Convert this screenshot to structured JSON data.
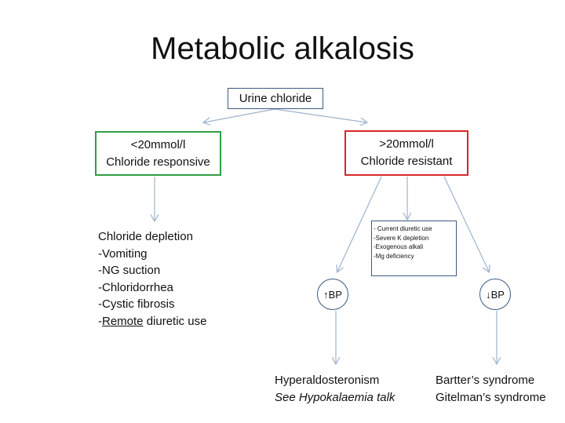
{
  "title": "Metabolic alkalosis",
  "urine_box": "Urine chloride",
  "responsive": {
    "line1": "<20mmol/l",
    "line2": "Chloride responsive"
  },
  "resistant": {
    "line1": ">20mmol/l",
    "line2": "Chloride resistant"
  },
  "responsive_causes": {
    "heading": "Chloride depletion",
    "items": [
      "-Vomiting",
      "-NG suction",
      "-Chloridorrhea",
      "-Cystic fibrosis"
    ],
    "last_prefix": "-",
    "last_underlined": "Remote",
    "last_rest": " diuretic use"
  },
  "resistant_causes": [
    "- Current diuretic use",
    "-Severe K depletion",
    "-Exogenous alkali",
    "-Mg deficiency"
  ],
  "high_bp": "↑BP",
  "low_bp": "↓BP",
  "high_bp_outcome": {
    "line1": "Hyperaldosteronism",
    "line2": "See Hypokalaemia talk"
  },
  "low_bp_outcome": {
    "line1": "Bartter’s syndrome",
    "line2": "Gitelman’s syndrome"
  },
  "colors": {
    "responsive_border": "#2f9e44",
    "resistant_border": "#d62828",
    "arrow": "#9fb3cc",
    "node_border": "#3d5a80"
  }
}
